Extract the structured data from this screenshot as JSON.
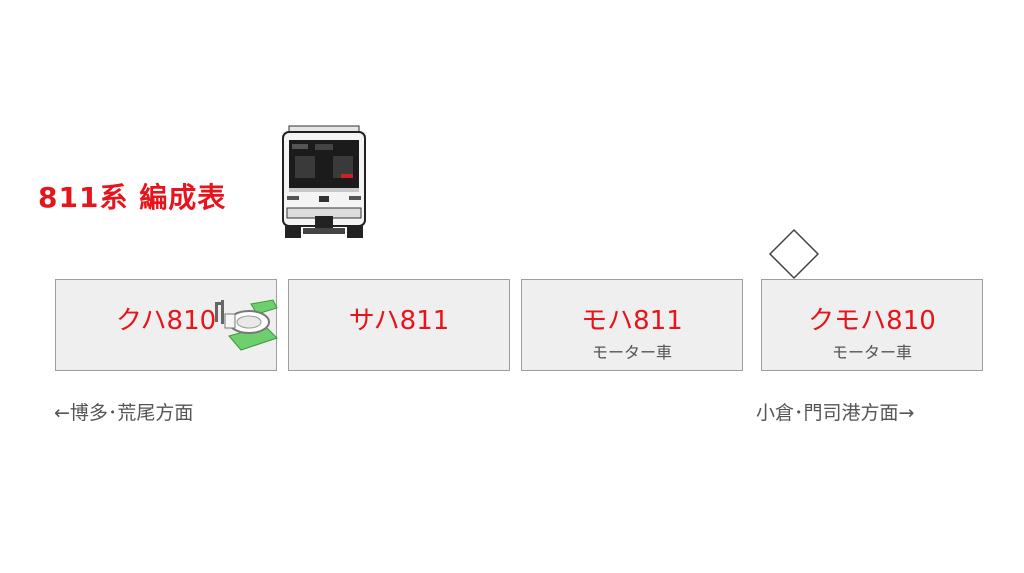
{
  "title": "811系 編成表",
  "icons": {
    "train": "train-front-icon",
    "toilet": "toilet-icon",
    "pantograph": "pantograph-icon"
  },
  "colors": {
    "car_name": "#e8141c",
    "title": "#e8141c",
    "car_fill": "#efefef",
    "car_border": "#9e9e9e",
    "subtext": "#555555",
    "toilet_mat": "#6fcf6f"
  },
  "cars": [
    {
      "name": "クハ810",
      "sub": "",
      "has_toilet": true,
      "has_pantograph": false
    },
    {
      "name": "サハ811",
      "sub": "",
      "has_toilet": false,
      "has_pantograph": false
    },
    {
      "name": "モハ811",
      "sub": "モーター車",
      "has_toilet": false,
      "has_pantograph": false
    },
    {
      "name": "クモハ810",
      "sub": "モーター車",
      "has_toilet": false,
      "has_pantograph": true
    }
  ],
  "directions": {
    "left": "←博多･荒尾方面",
    "right": "小倉･門司港方面→"
  }
}
